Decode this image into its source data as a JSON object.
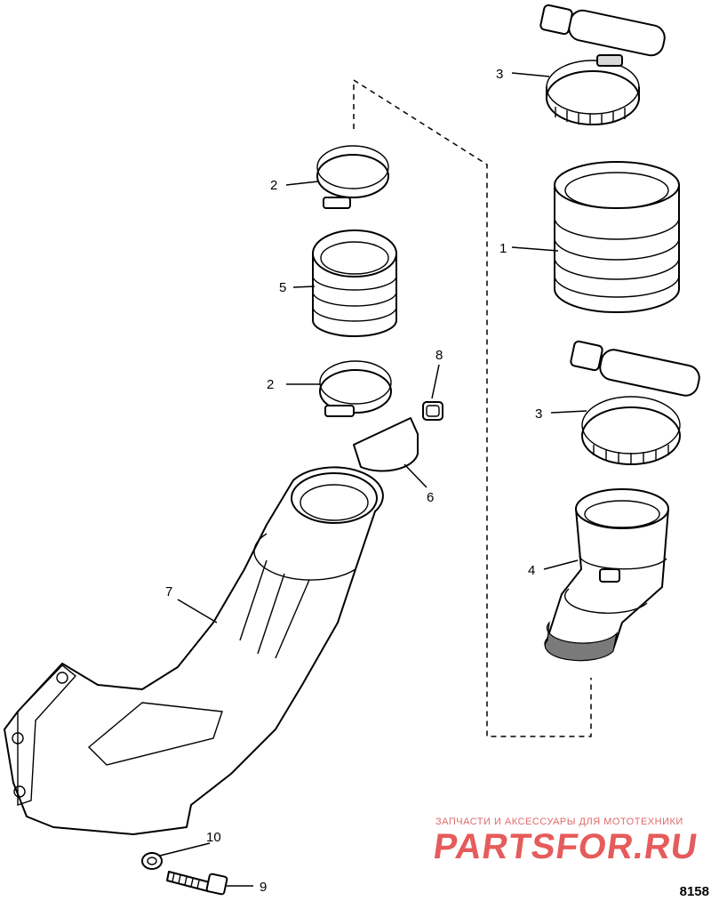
{
  "callouts": {
    "c1": "1",
    "c2a": "2",
    "c2b": "2",
    "c3a": "3",
    "c3b": "3",
    "c4": "4",
    "c5": "5",
    "c6": "6",
    "c7": "7",
    "c8": "8",
    "c9": "9",
    "c10": "10"
  },
  "watermark": {
    "subtitle": "ЗАПЧАСТИ И АКСЕССУАРЫ ДЛЯ МОТОТЕХНИКИ",
    "logo": "PARTSFOR.RU"
  },
  "figure_number": "8158"
}
